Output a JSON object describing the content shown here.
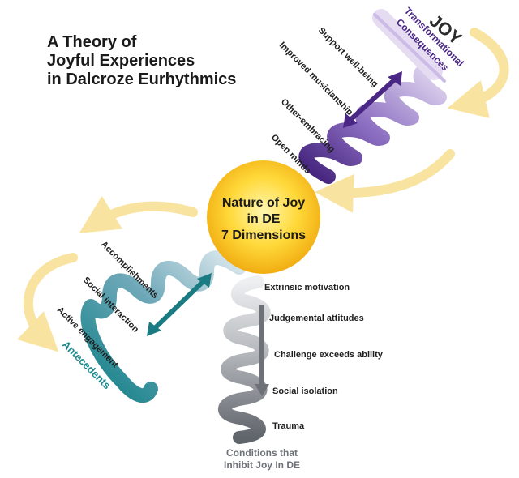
{
  "title": {
    "line1": "A Theory of",
    "line2": "Joyful Experiences",
    "line3": "in Dalcroze Eurhythmics"
  },
  "joy_label": "JOY",
  "transformational": {
    "line1": "Transformational",
    "line2": "Consequences",
    "items": [
      "Support well-being",
      "Improved musicianship",
      "Other-embracing",
      "Open minds"
    ]
  },
  "center": {
    "line1": "Nature of Joy",
    "line2": "in DE",
    "line3": "7 Dimensions"
  },
  "antecedents": {
    "label": "Antecedents",
    "items": [
      "Accomplishments",
      "Social interaction",
      "Active engagement"
    ]
  },
  "inhibitors": {
    "items": [
      "Extrinsic motivation",
      "Judgemental attitudes",
      "Challenge exceeds ability",
      "Social isolation",
      "Trauma"
    ],
    "caption_line1": "Conditions that",
    "caption_line2": "Inhibit Joy In DE"
  },
  "colors": {
    "purple_dark": "#4a2785",
    "purple_light": "#d6cbe9",
    "teal_dark": "#1a8a8f",
    "teal_light": "#cfe3ea",
    "gray_dark": "#6e7178",
    "gray_light": "#e6e7e9",
    "arrow_yellow": "#f8e7a8",
    "sun_center": "#ffe066",
    "sun_edge": "#f3b515"
  }
}
